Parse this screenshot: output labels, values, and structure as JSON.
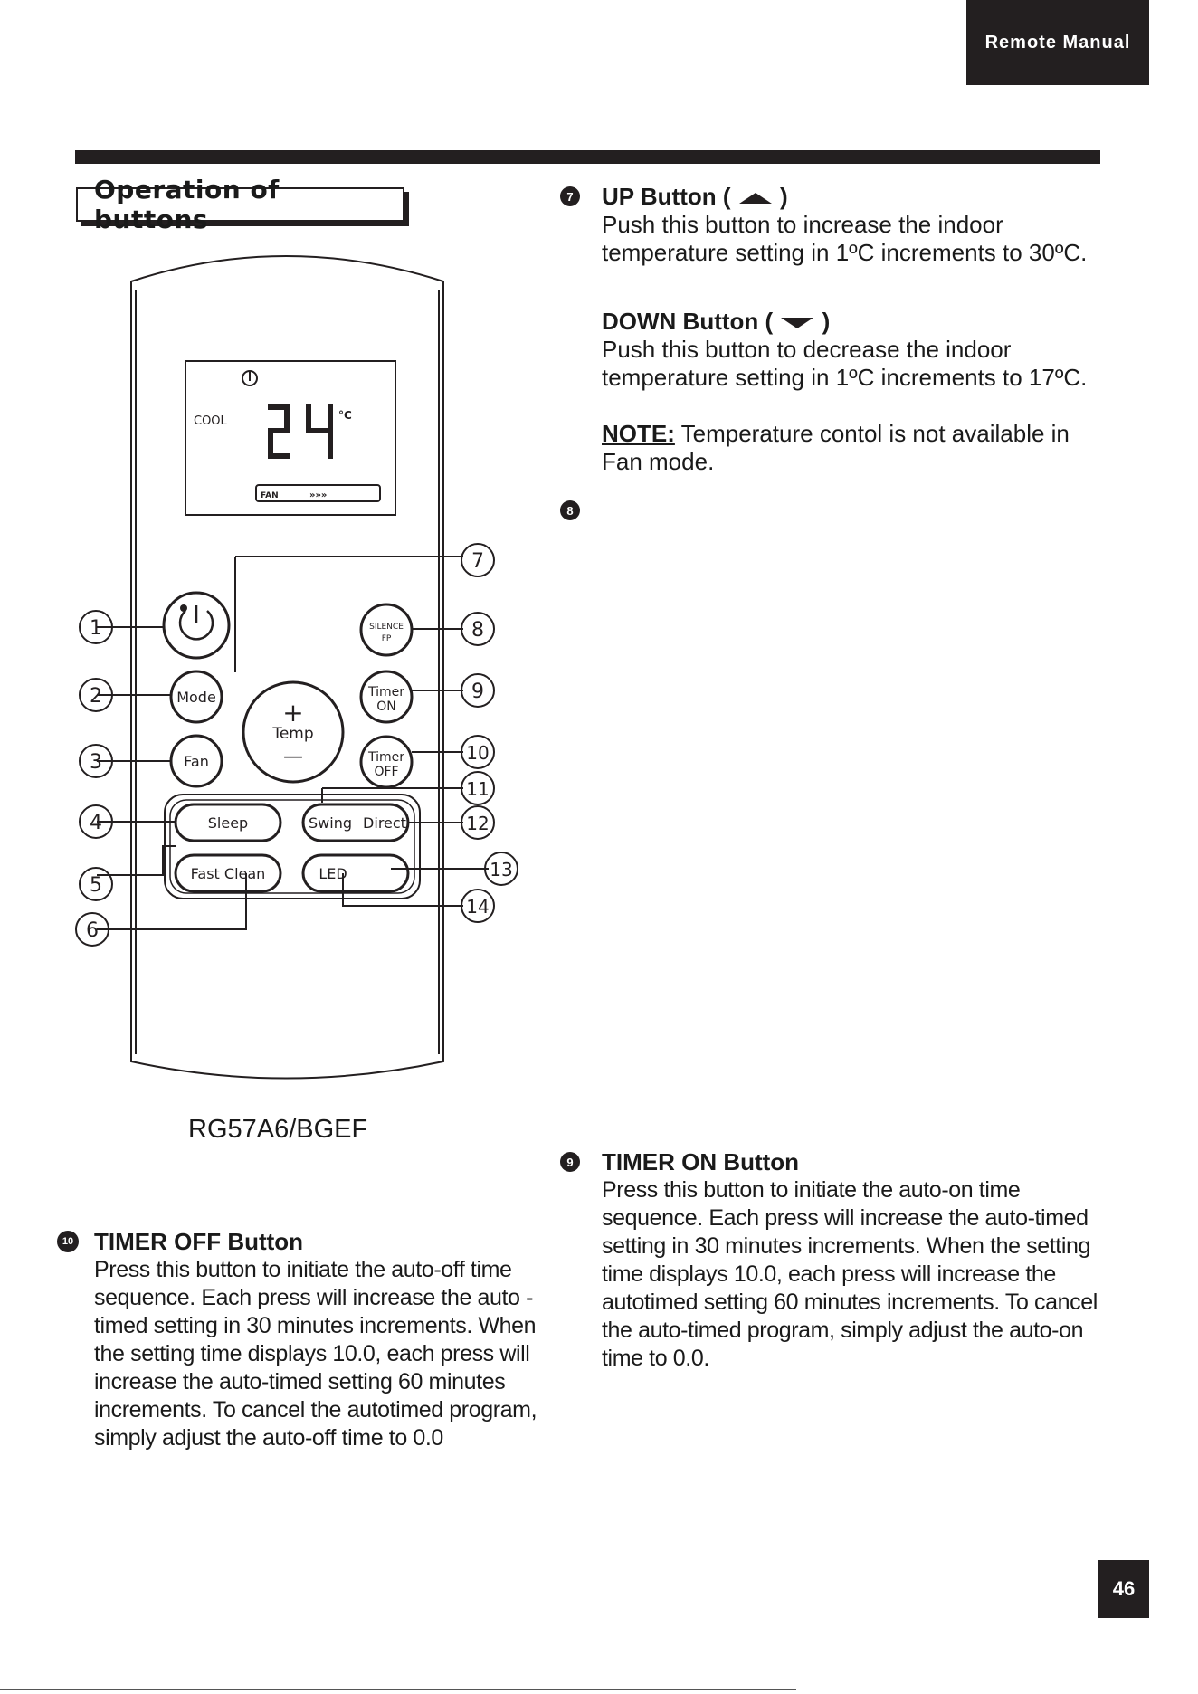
{
  "header": {
    "tab_label": "Remote Manual"
  },
  "section": {
    "title": "Operation of buttons"
  },
  "remote": {
    "model": "RG57A6/BGEF",
    "display": {
      "mode": "COOL",
      "temperature": "24",
      "unit": "°C",
      "fan_label": "FAN"
    },
    "buttons": {
      "temp": "Temp",
      "temp_plus": "+",
      "temp_minus": "—",
      "mode": "Mode",
      "fan": "Fan",
      "silence_line1": "SILENCE",
      "silence_line2": "FP",
      "timer_on_line1": "Timer",
      "timer_on_line2": "ON",
      "timer_off_line1": "Timer",
      "timer_off_line2": "OFF",
      "sleep": "Sleep",
      "swing": "Swing",
      "direct": "Direct",
      "fast_clean": "Fast  Clean",
      "led": "LED"
    },
    "callouts": [
      "1",
      "2",
      "3",
      "4",
      "5",
      "6",
      "7",
      "8",
      "9",
      "10",
      "11",
      "12",
      "13",
      "14"
    ]
  },
  "sections": {
    "up": {
      "number": "7",
      "title_prefix": "UP Button (",
      "title_suffix": " )",
      "text": "Push this button to increase the indoor temperature setting in 1ºC increments to 30ºC."
    },
    "down": {
      "title_prefix": "DOWN Button (",
      "title_suffix": " )",
      "text": "Push this button to decrease the indoor temperature setting in 1ºC increments to 17ºC.",
      "note_label": "NOTE:",
      "note_text": " Temperature contol is not available in Fan mode."
    },
    "eight": {
      "number": "8"
    },
    "timer_on": {
      "number": "9",
      "title": "TIMER ON Button",
      "text": "Press this button to initiate the auto-on time sequence. Each press will increase the auto-timed setting in 30 minutes increments. When the setting time displays 10.0, each press will increase the autotimed setting 60 minutes increments. To cancel the auto-timed program, simply adjust the auto-on time to 0.0."
    },
    "timer_off": {
      "number": "10",
      "title": "TIMER OFF Button",
      "text": "Press this button to initiate the auto-off time sequence. Each press will increase the auto -timed setting in 30 minutes increments. When the setting time displays 10.0, each press will increase the auto-timed setting 60 minutes increments. To cancel the autotimed program, simply adjust the auto-off time to 0.0"
    }
  },
  "footer": {
    "page_number": "46"
  }
}
